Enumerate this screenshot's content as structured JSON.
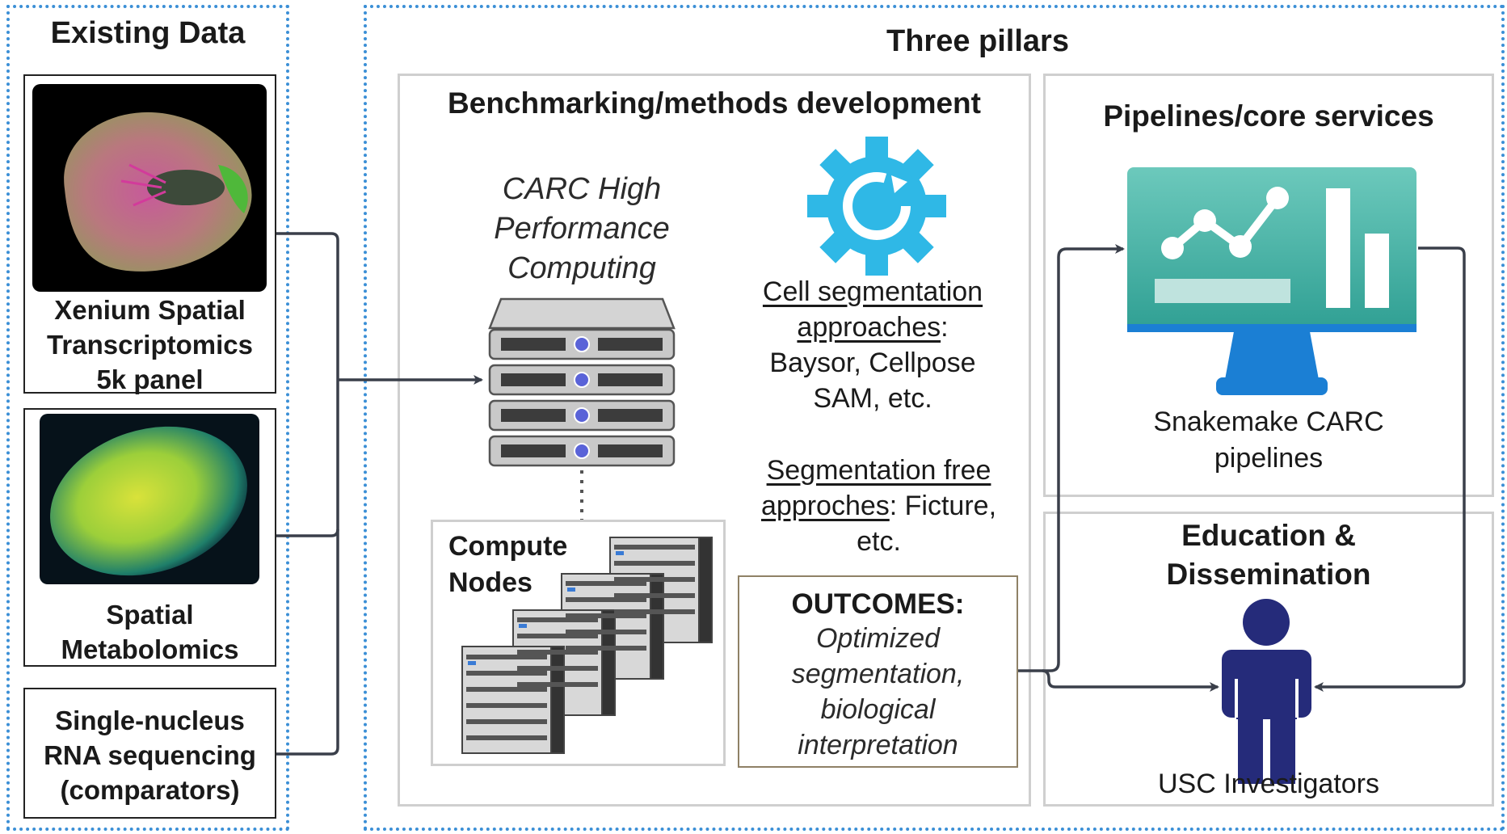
{
  "existing_data": {
    "title": "Existing Data",
    "items": [
      {
        "label": [
          "Xenium Spatial",
          "Transcriptomics",
          "5k panel"
        ]
      },
      {
        "label": [
          "Spatial",
          "Metabolomics"
        ]
      },
      {
        "label": [
          "Single-nucleus",
          "RNA sequencing",
          "(comparators)"
        ]
      }
    ]
  },
  "pillars": {
    "title": "Three pillars",
    "benchmarking": {
      "title": "Benchmarking/methods development",
      "hpc": [
        "CARC High",
        "Performance",
        "Computing"
      ],
      "compute_nodes": [
        "Compute",
        "Nodes"
      ],
      "segmentation": {
        "heading_1": "Cell segmentation",
        "heading_2": "approaches",
        "colon": ":",
        "line_3": "Baysor, Cellpose",
        "line_4": "SAM, etc."
      },
      "seg_free": {
        "heading_1": "Segmentation free",
        "heading_2": "approches",
        "rest_2": ": Ficture,",
        "line_3": "etc."
      },
      "outcomes": {
        "title": "OUTCOMES:",
        "lines": [
          "Optimized",
          "segmentation,",
          "biological",
          "interpretation"
        ]
      }
    },
    "pipelines": {
      "title": "Pipelines/core services",
      "caption": [
        "Snakemake CARC",
        "pipelines"
      ]
    },
    "education": {
      "title": [
        "Education &",
        "Dissemination"
      ],
      "caption": "USC Investigators"
    }
  },
  "colors": {
    "dotted_border": "#3b8fd6",
    "gear": "#2fb8e6",
    "monitor_screen": "#5ec2b4",
    "monitor_stand": "#1b7fd4",
    "person": "#252b7a",
    "connector": "#3a3f4a"
  }
}
